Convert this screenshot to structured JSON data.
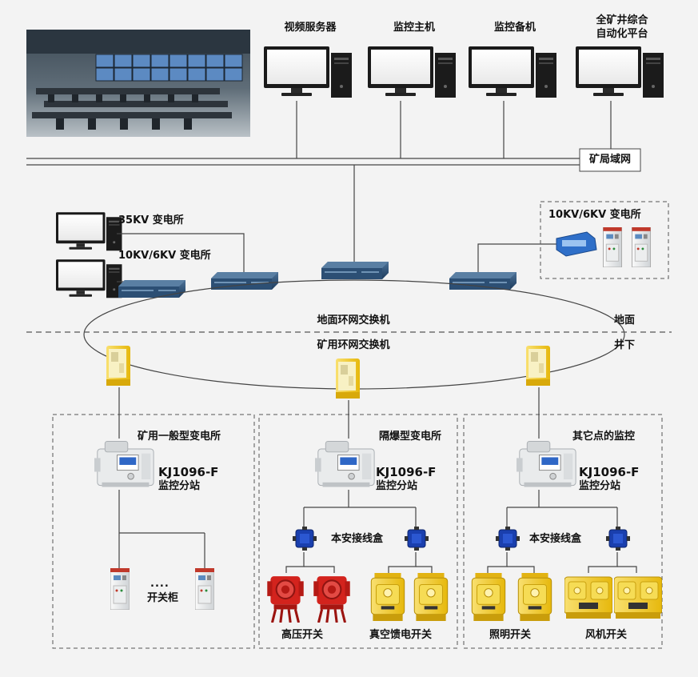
{
  "servers": {
    "video": "视频服务器",
    "main_host": "监控主机",
    "backup_host": "监控备机",
    "platform_line1": "全矿井综合",
    "platform_line2": "自动化平台"
  },
  "lan_label": "矿局域网",
  "surface_stations": {
    "s35kv": "35KV 变电所",
    "s10kv_left": "10KV/6KV 变电所",
    "s10kv_right": "10KV/6KV 变电所"
  },
  "ring": {
    "surface_switch": "地面环网交换机",
    "mine_switch": "矿用环网交换机"
  },
  "zone": {
    "surface": "地面",
    "underground": "井下"
  },
  "sections": [
    {
      "title": "矿用一般型变电所",
      "station_line1": "KJ1096-F",
      "station_line2": "监控分站",
      "cabinet_label": "开关柜",
      "dots": "...."
    },
    {
      "title": "隔爆型变电所",
      "station_line1": "KJ1096-F",
      "station_line2": "监控分站",
      "junction": "本安接线盒",
      "left_label": "高压开关",
      "right_label": "真空馈电开关"
    },
    {
      "title": "其它点的监控",
      "station_line1": "KJ1096-F",
      "station_line2": "监控分站",
      "junction": "本安接线盒",
      "left_label": "照明开关",
      "right_label": "风机开关"
    }
  ],
  "colors": {
    "monitor_screen": "#ffffff",
    "switch_blue": "#2c4f74",
    "explosion_yellow": "#f2cf22",
    "hv_red": "#d3231d",
    "junction_blue": "#1a3fae",
    "line": "#444444"
  }
}
